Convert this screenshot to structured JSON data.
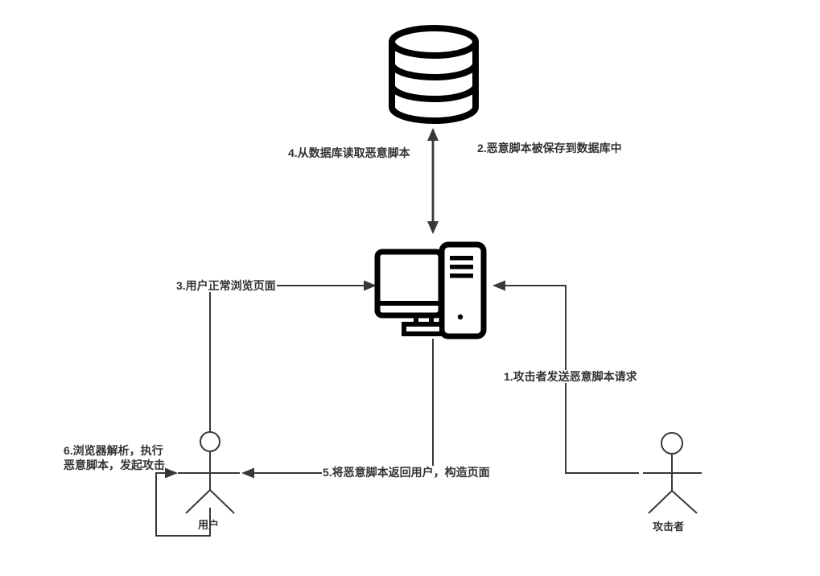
{
  "colors": {
    "background": "#ffffff",
    "line": "#383838",
    "icon": "#000000",
    "text": "#333333"
  },
  "nodes": {
    "database": {
      "icon": "database-cylinder-icon"
    },
    "server": {
      "icon": "desktop-computer-icon"
    },
    "user": {
      "icon": "person-stick-figure-icon",
      "label": "用户"
    },
    "attacker": {
      "icon": "person-stick-figure-icon",
      "label": "攻击者"
    }
  },
  "steps": {
    "step1": "1.攻击者发送恶意脚本请求",
    "step2": "2.恶意脚本被保存到数据库中",
    "step3": "3.用户正常浏览页面",
    "step4": "4.从数据库读取恶意脚本",
    "step5": "5.将恶意脚本返回用户，构造页面",
    "step6_line1": "6.浏览器解析，执行",
    "step6_line2": "恶意脚本，发起攻击"
  },
  "connectors": [
    {
      "from": "attacker",
      "to": "server",
      "step": "1",
      "bidirectional": false
    },
    {
      "from": "server",
      "to": "database",
      "step": "2 / 4",
      "bidirectional": true
    },
    {
      "from": "user",
      "to": "server",
      "step": "3",
      "bidirectional": false
    },
    {
      "from": "server",
      "to": "user",
      "step": "5",
      "bidirectional": false
    },
    {
      "from": "user",
      "to": "user",
      "step": "6",
      "bidirectional": false
    }
  ]
}
